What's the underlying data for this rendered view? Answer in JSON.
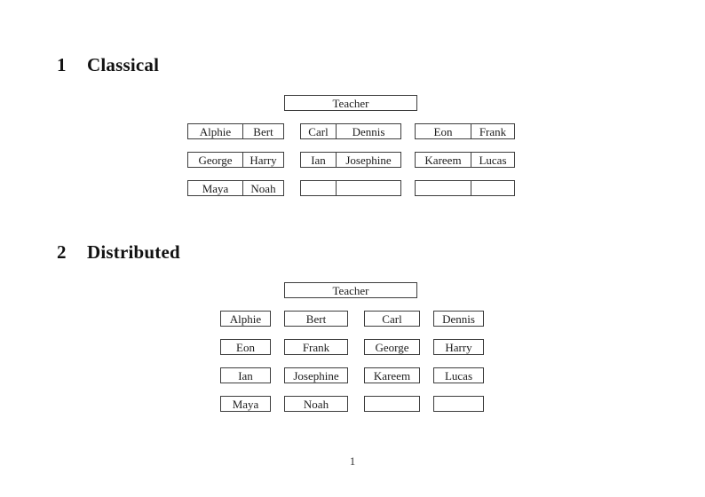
{
  "document": {
    "page_number": "1"
  },
  "classical": {
    "number": "1",
    "title": "Classical",
    "teacher": "Teacher",
    "rows": [
      [
        [
          "Alphie",
          "Bert"
        ],
        [
          "Carl",
          "Dennis"
        ],
        [
          "Eon",
          "Frank"
        ]
      ],
      [
        [
          "George",
          "Harry"
        ],
        [
          "Ian",
          "Josephine"
        ],
        [
          "Kareem",
          "Lucas"
        ]
      ],
      [
        [
          "Maya",
          "Noah"
        ],
        [
          "",
          ""
        ],
        [
          "",
          ""
        ]
      ]
    ]
  },
  "distributed": {
    "number": "2",
    "title": "Distributed",
    "teacher": "Teacher",
    "rows": [
      [
        "Alphie",
        "Bert",
        "Carl",
        "Dennis"
      ],
      [
        "Eon",
        "Frank",
        "George",
        "Harry"
      ],
      [
        "Ian",
        "Josephine",
        "Kareem",
        "Lucas"
      ],
      [
        "Maya",
        "Noah",
        "",
        ""
      ]
    ]
  }
}
